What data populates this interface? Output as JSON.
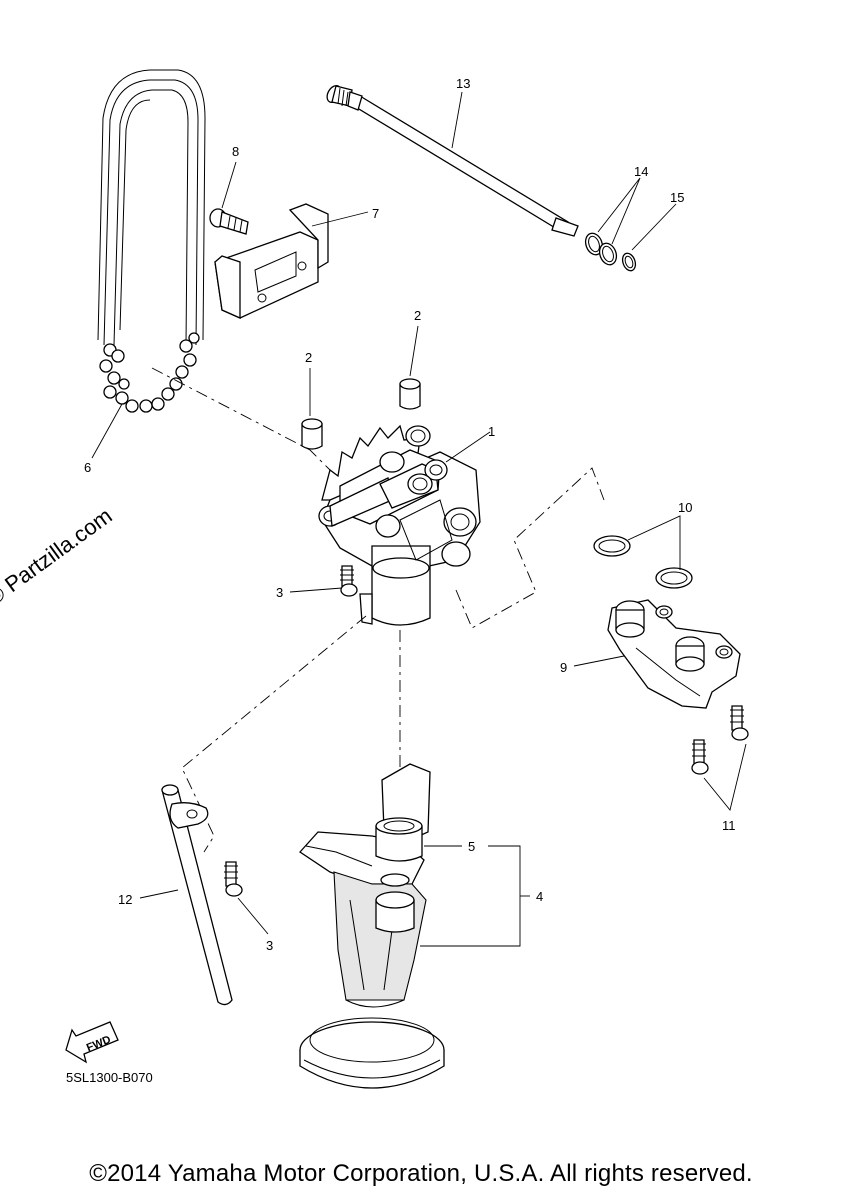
{
  "watermark": "© Partzilla.com",
  "diagram_code": "5SL1300-B070",
  "copyright": "©2014 Yamaha Motor Corporation, U.S.A. All rights reserved.",
  "fwd_label": "FWD",
  "callouts": {
    "c1": "1",
    "c2a": "2",
    "c2b": "2",
    "c3a": "3",
    "c3b": "3",
    "c4": "4",
    "c5": "5",
    "c6": "6",
    "c7": "7",
    "c8": "8",
    "c9": "9",
    "c10": "10",
    "c11": "11",
    "c12": "12",
    "c13": "13",
    "c14": "14",
    "c15": "15"
  },
  "parts": [
    {
      "ref": "1",
      "name": "oil-pump-assembly"
    },
    {
      "ref": "2",
      "name": "dowel-pin"
    },
    {
      "ref": "3",
      "name": "bolt"
    },
    {
      "ref": "4",
      "name": "oil-strainer-assembly"
    },
    {
      "ref": "5",
      "name": "o-ring"
    },
    {
      "ref": "6",
      "name": "chain"
    },
    {
      "ref": "7",
      "name": "chain-guide"
    },
    {
      "ref": "8",
      "name": "bolt"
    },
    {
      "ref": "9",
      "name": "oil-delivery-pipe"
    },
    {
      "ref": "10",
      "name": "o-ring"
    },
    {
      "ref": "11",
      "name": "bolt"
    },
    {
      "ref": "12",
      "name": "pipe"
    },
    {
      "ref": "13",
      "name": "shaft"
    },
    {
      "ref": "14",
      "name": "o-ring"
    },
    {
      "ref": "15",
      "name": "o-ring"
    }
  ]
}
